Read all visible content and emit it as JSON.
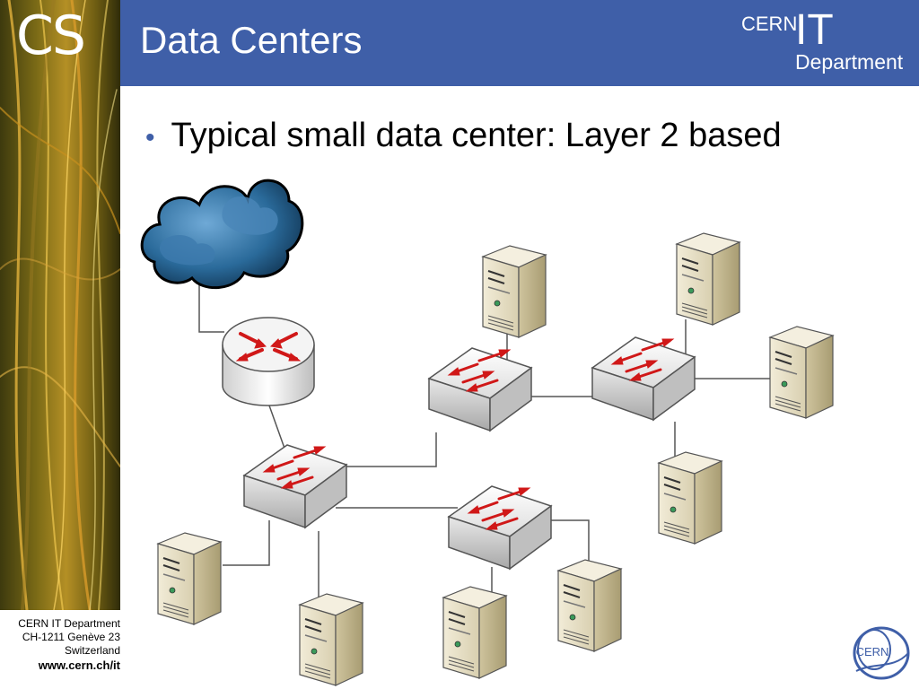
{
  "branding": {
    "side_logo": "CS",
    "cern_label": "CERN",
    "it_label": "IT",
    "department_label": "Department",
    "seal_label": "CERN"
  },
  "slide": {
    "title": "Data Centers",
    "bullets": [
      "Typical small data center: Layer 2 based"
    ]
  },
  "footer": {
    "lines": [
      "CERN IT Department",
      "CH-1211 Genève 23",
      "Switzerland"
    ],
    "url": "www.cern.ch/it"
  },
  "colors": {
    "header": "#3f5fa8",
    "arrow": "#d01818",
    "cloud": "#1d5a86",
    "link": "#555555"
  },
  "diagram": {
    "icons": [
      "internet-cloud-icon",
      "router-icon",
      "switch-icon",
      "server-icon"
    ],
    "nodes": [
      {
        "id": "cloud",
        "kind": "cloud"
      },
      {
        "id": "router",
        "kind": "router"
      },
      {
        "id": "sw1",
        "kind": "switch"
      },
      {
        "id": "sw2",
        "kind": "switch"
      },
      {
        "id": "sw3",
        "kind": "switch"
      },
      {
        "id": "sw4",
        "kind": "switch"
      },
      {
        "id": "srv1",
        "kind": "server"
      },
      {
        "id": "srv2",
        "kind": "server"
      },
      {
        "id": "srv3",
        "kind": "server"
      },
      {
        "id": "srv4",
        "kind": "server"
      },
      {
        "id": "srv5",
        "kind": "server"
      },
      {
        "id": "srv6",
        "kind": "server"
      },
      {
        "id": "srv7",
        "kind": "server"
      },
      {
        "id": "srv8",
        "kind": "server"
      }
    ],
    "links": [
      [
        "cloud",
        "router"
      ],
      [
        "router",
        "sw1"
      ],
      [
        "sw1",
        "sw2"
      ],
      [
        "sw1",
        "sw3"
      ],
      [
        "sw2",
        "sw4"
      ],
      [
        "sw2",
        "srv1"
      ],
      [
        "sw4",
        "srv2"
      ],
      [
        "sw4",
        "srv3"
      ],
      [
        "sw4",
        "srv4"
      ],
      [
        "sw1",
        "srv5"
      ],
      [
        "sw1",
        "srv6"
      ],
      [
        "sw3",
        "srv7"
      ],
      [
        "sw3",
        "srv8"
      ]
    ]
  }
}
